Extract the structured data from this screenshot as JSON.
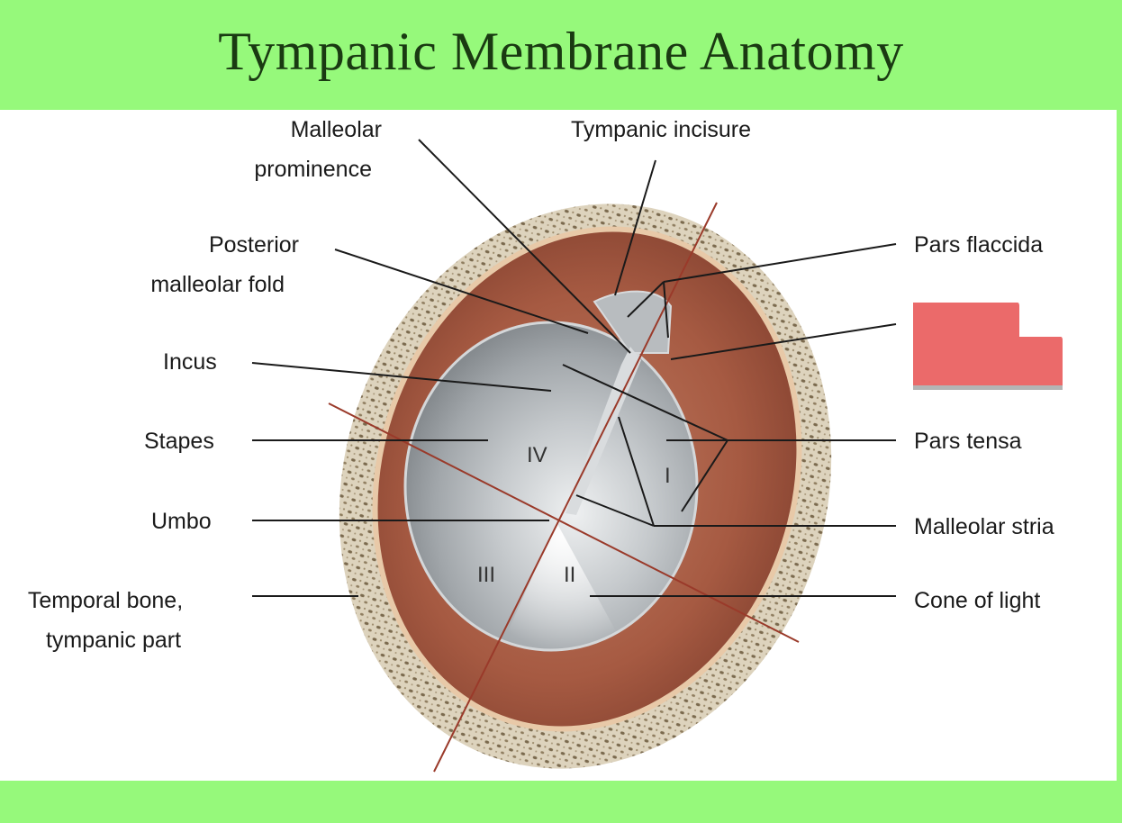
{
  "title": "Tympanic Membrane Anatomy",
  "labels": {
    "malleolar_prominence": [
      "Malleolar",
      "prominence"
    ],
    "tympanic_incisure": "Tympanic incisure",
    "posterior_malleolar_fold": [
      "Posterior",
      "malleolar fold"
    ],
    "incus": "Incus",
    "stapes": "Stapes",
    "umbo": "Umbo",
    "temporal_bone": [
      "Temporal bone,",
      "tympanic part"
    ],
    "pars_flaccida": "Pars flaccida",
    "pars_tensa": "Pars tensa",
    "malleolar_stria": "Malleolar stria",
    "cone_of_light": "Cone of light"
  },
  "quadrants": {
    "q1": "I",
    "q2": "II",
    "q3": "III",
    "q4": "IV"
  },
  "colors": {
    "band_green": "#96f97b",
    "title_text": "#1a3a12",
    "redaction": "#eb6a6a",
    "axis_line": "#9a3a2a"
  }
}
